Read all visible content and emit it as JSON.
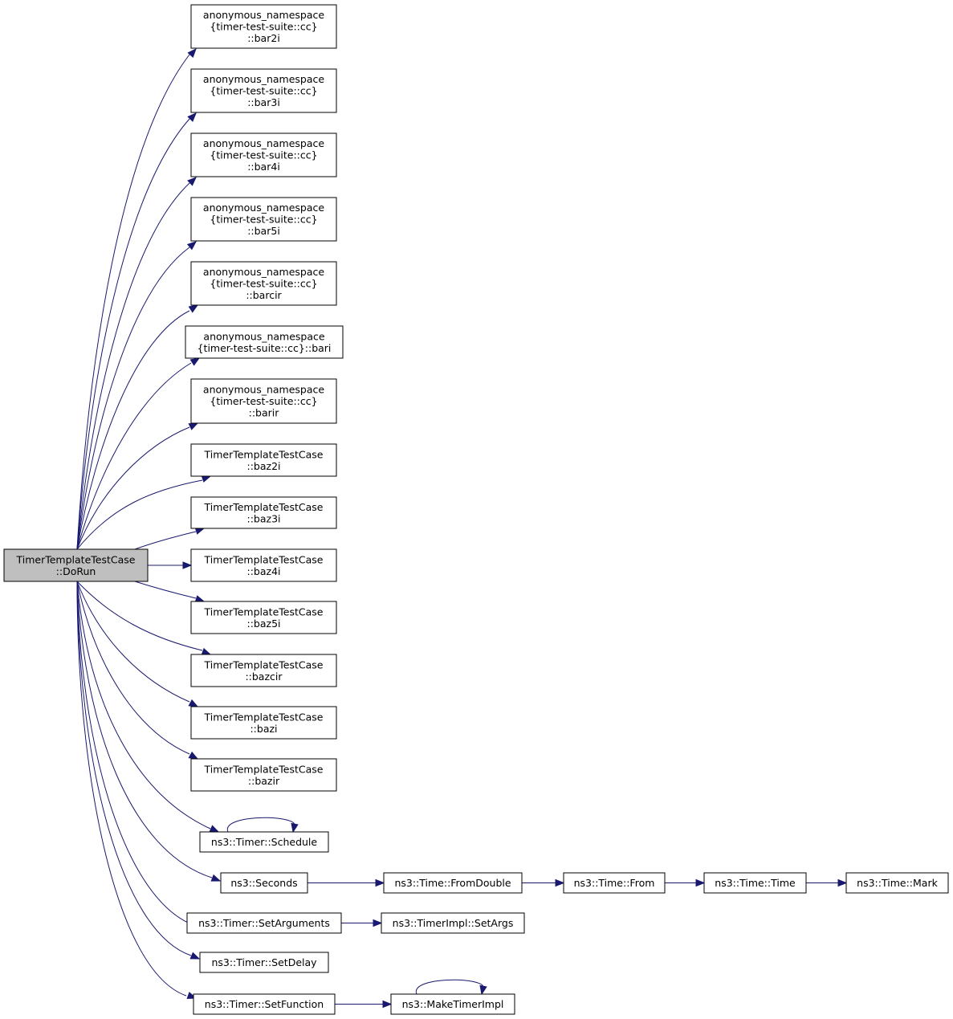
{
  "diagram": {
    "type": "call-graph",
    "colors": {
      "edge": "#191970",
      "root_fill": "#bfbfbf",
      "node_fill": "#ffffff",
      "node_border": "#000000",
      "background": "#ffffff"
    },
    "nodes": {
      "dorun": {
        "lines": [
          "TimerTemplateTestCase",
          "::DoRun"
        ],
        "interactable": true
      },
      "bar2i": {
        "lines": [
          "anonymous_namespace",
          "{timer-test-suite::cc}",
          "::bar2i"
        ],
        "interactable": true
      },
      "bar3i": {
        "lines": [
          "anonymous_namespace",
          "{timer-test-suite::cc}",
          "::bar3i"
        ],
        "interactable": true
      },
      "bar4i": {
        "lines": [
          "anonymous_namespace",
          "{timer-test-suite::cc}",
          "::bar4i"
        ],
        "interactable": true
      },
      "bar5i": {
        "lines": [
          "anonymous_namespace",
          "{timer-test-suite::cc}",
          "::bar5i"
        ],
        "interactable": true
      },
      "barcir": {
        "lines": [
          "anonymous_namespace",
          "{timer-test-suite::cc}",
          "::barcir"
        ],
        "interactable": true
      },
      "bari": {
        "lines": [
          "anonymous_namespace",
          "{timer-test-suite::cc}::bari"
        ],
        "interactable": true
      },
      "barir": {
        "lines": [
          "anonymous_namespace",
          "{timer-test-suite::cc}",
          "::barir"
        ],
        "interactable": true
      },
      "baz2i": {
        "lines": [
          "TimerTemplateTestCase",
          "::baz2i"
        ],
        "interactable": true
      },
      "baz3i": {
        "lines": [
          "TimerTemplateTestCase",
          "::baz3i"
        ],
        "interactable": true
      },
      "baz4i": {
        "lines": [
          "TimerTemplateTestCase",
          "::baz4i"
        ],
        "interactable": true
      },
      "baz5i": {
        "lines": [
          "TimerTemplateTestCase",
          "::baz5i"
        ],
        "interactable": true
      },
      "bazcir": {
        "lines": [
          "TimerTemplateTestCase",
          "::bazcir"
        ],
        "interactable": true
      },
      "bazi": {
        "lines": [
          "TimerTemplateTestCase",
          "::bazi"
        ],
        "interactable": true
      },
      "bazir": {
        "lines": [
          "TimerTemplateTestCase",
          "::bazir"
        ],
        "interactable": true
      },
      "schedule": {
        "lines": [
          "ns3::Timer::Schedule"
        ],
        "interactable": true
      },
      "seconds": {
        "lines": [
          "ns3::Seconds"
        ],
        "interactable": true
      },
      "fromdouble": {
        "lines": [
          "ns3::Time::FromDouble"
        ],
        "interactable": true
      },
      "from": {
        "lines": [
          "ns3::Time::From"
        ],
        "interactable": true
      },
      "time": {
        "lines": [
          "ns3::Time::Time"
        ],
        "interactable": true
      },
      "mark": {
        "lines": [
          "ns3::Time::Mark"
        ],
        "interactable": true
      },
      "setarguments": {
        "lines": [
          "ns3::Timer::SetArguments"
        ],
        "interactable": true
      },
      "setargs": {
        "lines": [
          "ns3::TimerImpl::SetArgs"
        ],
        "interactable": true
      },
      "setdelay": {
        "lines": [
          "ns3::Timer::SetDelay"
        ],
        "interactable": true
      },
      "setfunction": {
        "lines": [
          "ns3::Timer::SetFunction"
        ],
        "interactable": true
      },
      "maketimerimpl": {
        "lines": [
          "ns3::MakeTimerImpl"
        ],
        "interactable": true
      }
    },
    "edges": [
      [
        "dorun",
        "bar2i"
      ],
      [
        "dorun",
        "bar3i"
      ],
      [
        "dorun",
        "bar4i"
      ],
      [
        "dorun",
        "bar5i"
      ],
      [
        "dorun",
        "barcir"
      ],
      [
        "dorun",
        "bari"
      ],
      [
        "dorun",
        "barir"
      ],
      [
        "dorun",
        "baz2i"
      ],
      [
        "dorun",
        "baz3i"
      ],
      [
        "dorun",
        "baz4i"
      ],
      [
        "dorun",
        "baz5i"
      ],
      [
        "dorun",
        "bazcir"
      ],
      [
        "dorun",
        "bazi"
      ],
      [
        "dorun",
        "bazir"
      ],
      [
        "dorun",
        "schedule"
      ],
      [
        "dorun",
        "seconds"
      ],
      [
        "dorun",
        "setarguments"
      ],
      [
        "dorun",
        "setdelay"
      ],
      [
        "dorun",
        "setfunction"
      ],
      [
        "schedule",
        "schedule"
      ],
      [
        "seconds",
        "fromdouble"
      ],
      [
        "fromdouble",
        "from"
      ],
      [
        "from",
        "time"
      ],
      [
        "time",
        "mark"
      ],
      [
        "setarguments",
        "setargs"
      ],
      [
        "setfunction",
        "maketimerimpl"
      ],
      [
        "maketimerimpl",
        "maketimerimpl"
      ]
    ]
  }
}
